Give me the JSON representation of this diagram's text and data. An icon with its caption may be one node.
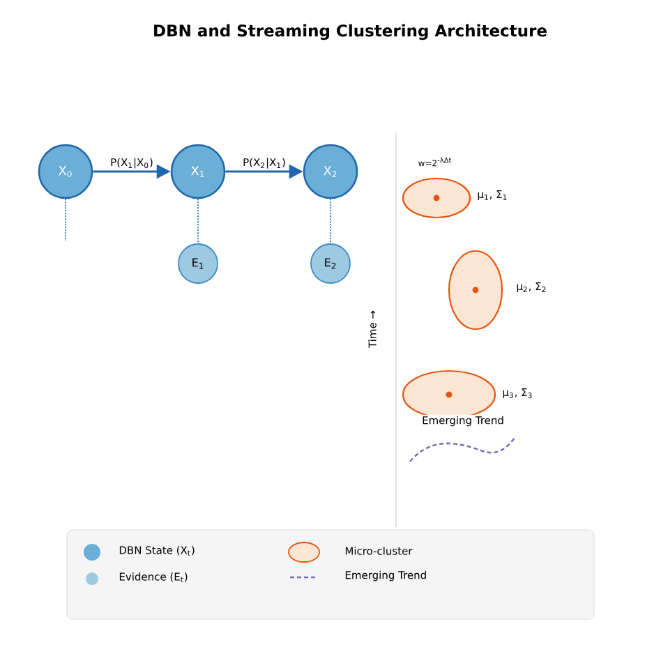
{
  "diagram": {
    "title": "DBN and Streaming Clustering Architecture",
    "nodes": [
      {
        "text": [
          "X$_{0}$"
        ]
      },
      {
        "text": [
          "X$_{1}$"
        ]
      },
      {
        "text": [
          "X$_{2}$"
        ]
      },
      {
        "text": [
          "E$_{1}$"
        ]
      },
      {
        "text": [
          "E$_{2}$"
        ]
      },
      {
        "text": [],
        "shape": "ellipse",
        "beside": [
          "μ$_{1}$, Σ$_{1}$"
        ]
      },
      {
        "text": [],
        "shape": "ellipse",
        "beside": [
          "μ$_{2}$, Σ$_{2}$"
        ]
      },
      {
        "text": [],
        "shape": "ellipse",
        "beside": [
          "μ$_{3}$, Σ$_{3}$"
        ]
      }
    ],
    "edges": [
      {
        "from": 0,
        "to": 1,
        "arrow": "to",
        "label": "P(X$_{1}$|X$_{0}$)"
      },
      {
        "from": 1,
        "to": 2,
        "arrow": "to",
        "label": "P(X$_{2}$|X$_{1}$)"
      },
      {
        "from": 0,
        "to": null,
        "arrow": "none",
        "style": "dashed",
        "color": "#3182bd"
      },
      {
        "from": 1,
        "to": 3,
        "arrow": "none",
        "style": "dashed",
        "color": "#3182bd"
      },
      {
        "from": 2,
        "to": 4,
        "arrow": "none",
        "style": "dashed",
        "color": "#3182bd"
      }
    ],
    "labels": [
      "w=2$^{-λΔt}$",
      "Time →",
      "Emerging Trend"
    ],
    "legend": [
      {
        "text": "DBN State (X$_{t}$)",
        "color": "#6baed6"
      },
      {
        "text": "Evidence (E$_{t}$)",
        "color": "#9ecae1"
      },
      {
        "text": "Micro-cluster"
      },
      {
        "text": "Emerging Trend"
      }
    ]
  }
}
